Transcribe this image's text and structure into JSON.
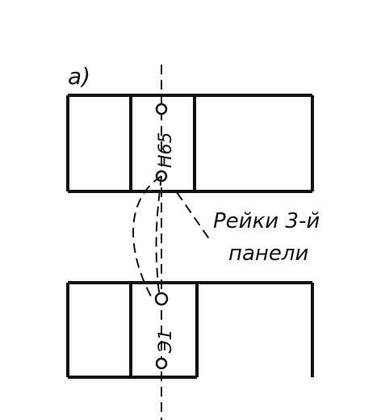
{
  "figure": {
    "label": "а)",
    "top_panel_mark": "Н65",
    "bottom_panel_mark": "Э1",
    "callout_line1": "Рейки 3-й",
    "callout_line2": "панели"
  }
}
